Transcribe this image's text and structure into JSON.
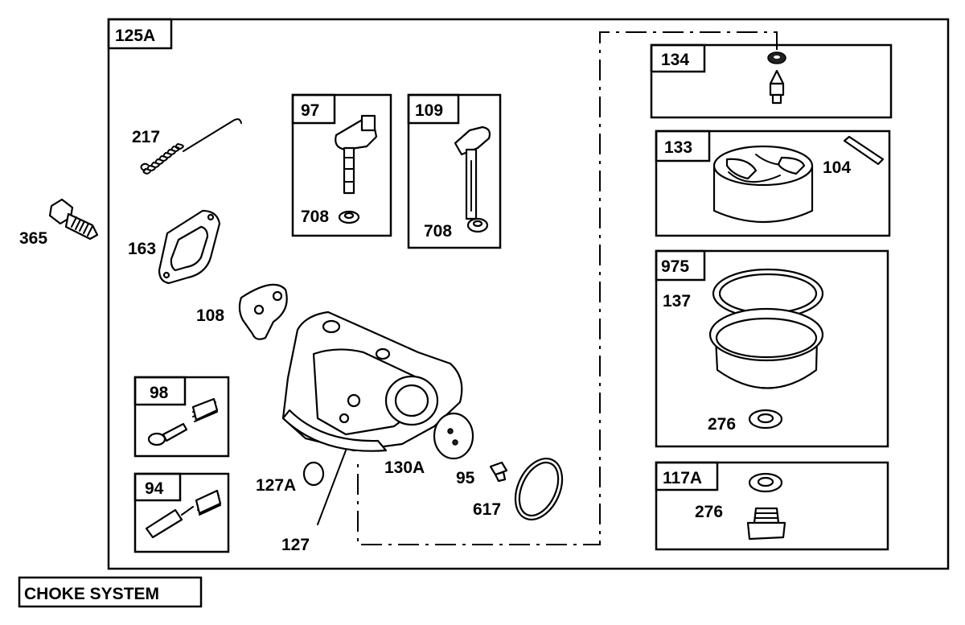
{
  "diagram": {
    "main_assembly_label": "125A",
    "footer_label": "CHOKE SYSTEM",
    "kits": {
      "k97": {
        "label": "97",
        "parts": [
          "708"
        ]
      },
      "k109": {
        "label": "109",
        "parts": [
          "708"
        ]
      },
      "k98": {
        "label": "98"
      },
      "k94": {
        "label": "94"
      },
      "k134": {
        "label": "134"
      },
      "k133": {
        "label": "133",
        "parts": [
          "104"
        ]
      },
      "k975": {
        "label": "975",
        "parts": [
          "137",
          "276"
        ]
      },
      "k117a": {
        "label": "117A",
        "parts": [
          "276"
        ]
      }
    },
    "loose_parts": {
      "p217": "217",
      "p365": "365",
      "p163": "163",
      "p108": "108",
      "p127a": "127A",
      "p127": "127",
      "p130a": "130A",
      "p95": "95",
      "p617": "617"
    }
  }
}
